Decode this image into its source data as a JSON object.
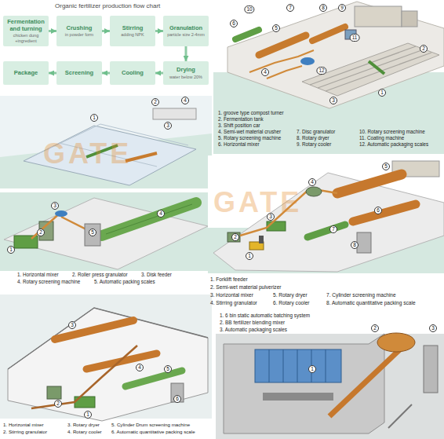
{
  "diagram": {
    "title": "Organic fertilizer production flow chart",
    "nodes": [
      {
        "text": [
          "Fermentation and turning",
          "chicken dung +ingredient"
        ]
      },
      {
        "text": [
          "Crushing",
          "in powder form"
        ]
      },
      {
        "text": [
          "Stirring",
          "adding NPK"
        ]
      },
      {
        "text": [
          "Granulation",
          "particle size 2-4mm"
        ]
      },
      {
        "text": [
          "Drying",
          "water below 20%"
        ]
      },
      {
        "text": [
          "Cooling"
        ]
      },
      {
        "text": [
          "Screening"
        ]
      },
      {
        "text": [
          "Package"
        ]
      }
    ],
    "edges": [
      {
        "from": 0,
        "to": 1,
        "arrow": "to"
      },
      {
        "from": 1,
        "to": 2,
        "arrow": "to"
      },
      {
        "from": 2,
        "to": 3,
        "arrow": "to"
      },
      {
        "from": 3,
        "to": 4,
        "arrow": "to"
      },
      {
        "from": 4,
        "to": 5,
        "arrow": "to"
      },
      {
        "from": 5,
        "to": 6,
        "arrow": "to"
      },
      {
        "from": 6,
        "to": 7,
        "arrow": "to"
      }
    ],
    "labels": [
      "1. groove type compost turner",
      "2. Fermentation tank",
      "3. Shift position car",
      "4. Semi-wet material crusher",
      "5. Rotary screening machine",
      "6. Horizontal mixer",
      "7. Disc granulator",
      "8. Rotary dryer",
      "9. Rotary cooler",
      "10. Rotary screening machine",
      "11. Coating machine",
      "12. Automatic packaging scales",
      "1",
      "2",
      "3",
      "4",
      "5",
      "6",
      "7",
      "8",
      "9",
      "10",
      "11",
      "12",
      "1",
      "2",
      "3",
      "4",
      "1",
      "2",
      "3",
      "4",
      "5",
      "1. Horizontal mixer",
      "2. Roller press granulator",
      "3. Disk feeder",
      "4. Rotary screening machine",
      "5. Automatic packing scales",
      "1",
      "2",
      "3",
      "4",
      "5",
      "6",
      "7",
      "8",
      "1. Forklift feeder",
      "2. Semi-wet material pulverizer",
      "3. Horizontal mixer",
      "4. Stirring granulator",
      "5. Rotary dryer",
      "6. Rotary cooler",
      "7. Cylinder screening machine",
      "8. Automatic quantitative packing scale",
      "1",
      "2",
      "3",
      "4",
      "5",
      "6",
      "1. Horizontal mixer",
      "2. Stirring granulator",
      "3. Rotary dryer",
      "4. Rotary cooler",
      "5. Cylinder Drum screening machine",
      "6. Automatic quantitative packing scale",
      "1. 6 bin static automatic batching system",
      "2. BB fertilizer blending mixer",
      "3. Automatic packaging scales",
      "1",
      "2",
      "3",
      "GATE",
      "GATE"
    ]
  }
}
